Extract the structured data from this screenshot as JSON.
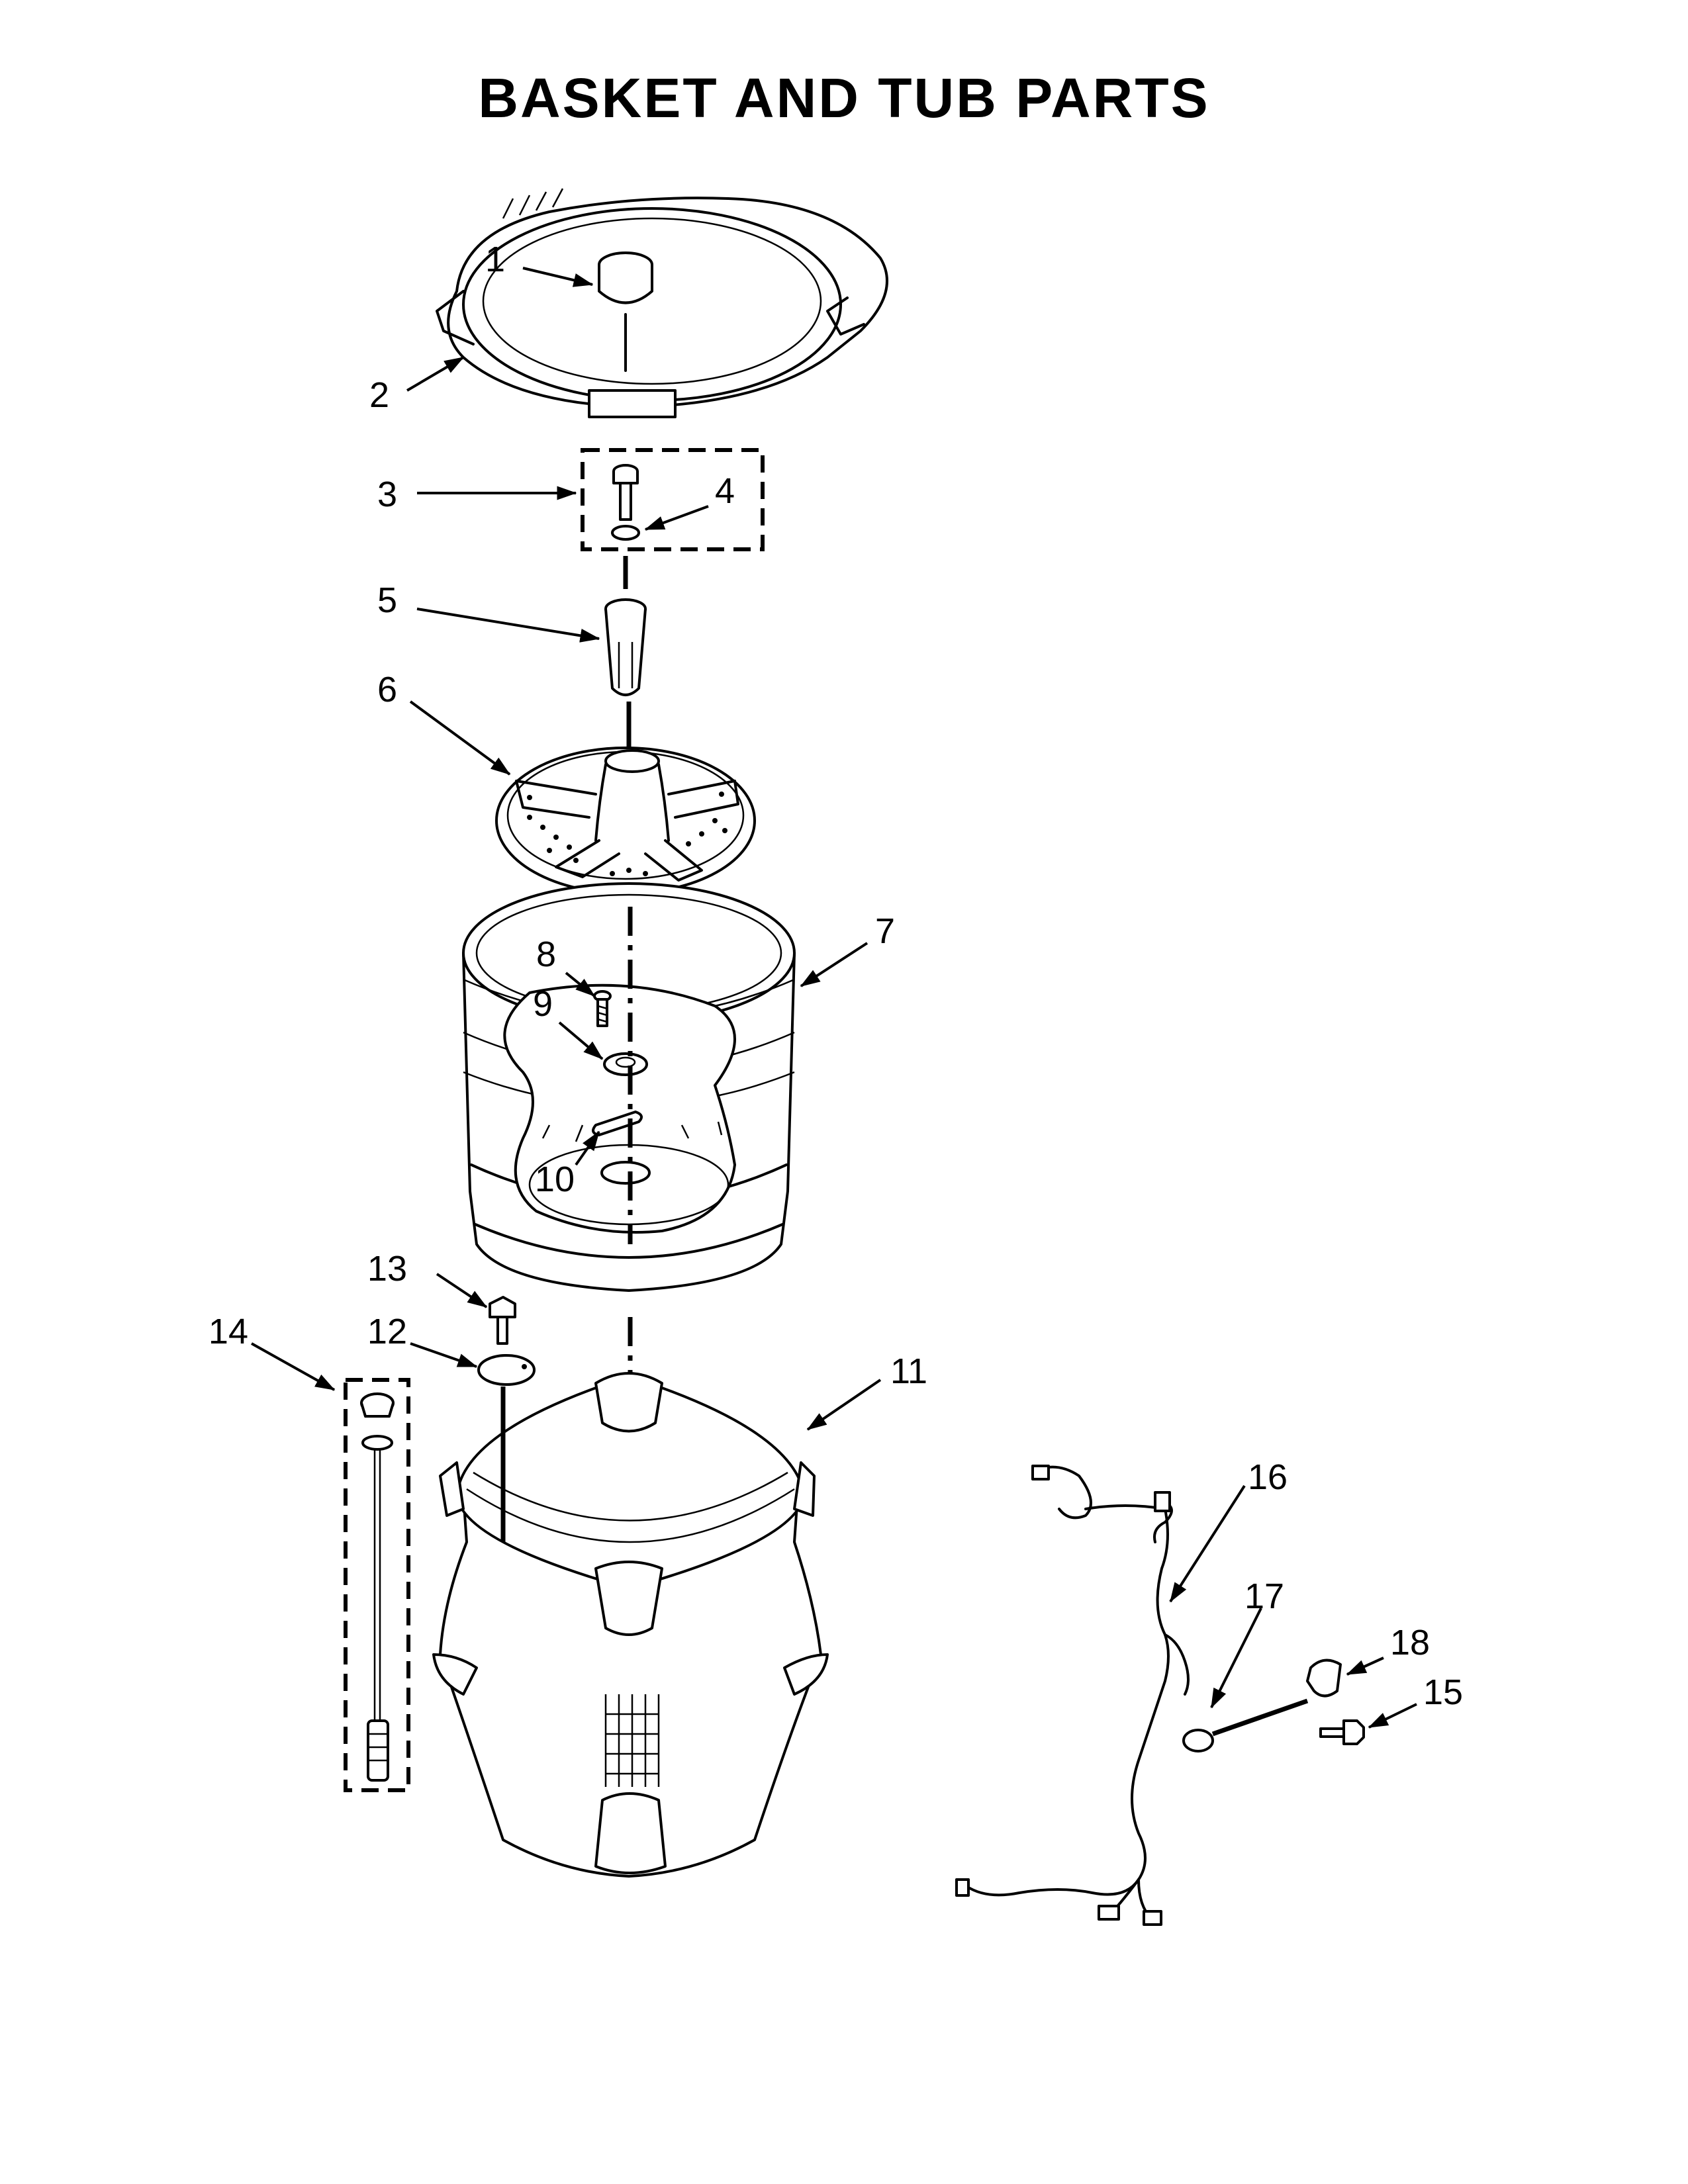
{
  "title": "BASKET AND TUB PARTS",
  "callouts": [
    {
      "id": "c1",
      "label": "1"
    },
    {
      "id": "c2",
      "label": "2"
    },
    {
      "id": "c3",
      "label": "3"
    },
    {
      "id": "c4",
      "label": "4"
    },
    {
      "id": "c5",
      "label": "5"
    },
    {
      "id": "c6",
      "label": "6"
    },
    {
      "id": "c7",
      "label": "7"
    },
    {
      "id": "c8",
      "label": "8"
    },
    {
      "id": "c9",
      "label": "9"
    },
    {
      "id": "c10",
      "label": "10"
    },
    {
      "id": "c11",
      "label": "11"
    },
    {
      "id": "c12",
      "label": "12"
    },
    {
      "id": "c13",
      "label": "13"
    },
    {
      "id": "c14",
      "label": "14"
    },
    {
      "id": "c15",
      "label": "15"
    },
    {
      "id": "c16",
      "label": "16"
    },
    {
      "id": "c17",
      "label": "17"
    },
    {
      "id": "c18",
      "label": "18"
    }
  ],
  "parts": [
    {
      "callout": "1",
      "part": "tub-cover-cap"
    },
    {
      "callout": "2",
      "part": "tub-ring"
    },
    {
      "callout": "3",
      "part": "hardware-kit"
    },
    {
      "callout": "4",
      "part": "washer"
    },
    {
      "callout": "5",
      "part": "impeller-cap"
    },
    {
      "callout": "6",
      "part": "impeller"
    },
    {
      "callout": "7",
      "part": "basket"
    },
    {
      "callout": "8",
      "part": "screw"
    },
    {
      "callout": "9",
      "part": "hub"
    },
    {
      "callout": "10",
      "part": "key"
    },
    {
      "callout": "11",
      "part": "outer-tub"
    },
    {
      "callout": "12",
      "part": "grommet-plate"
    },
    {
      "callout": "13",
      "part": "bolt"
    },
    {
      "callout": "14",
      "part": "suspension-rod-assembly"
    },
    {
      "callout": "15",
      "part": "screw"
    },
    {
      "callout": "16",
      "part": "wire-harness"
    },
    {
      "callout": "17",
      "part": "o-ring"
    },
    {
      "callout": "18",
      "part": "clip"
    }
  ]
}
